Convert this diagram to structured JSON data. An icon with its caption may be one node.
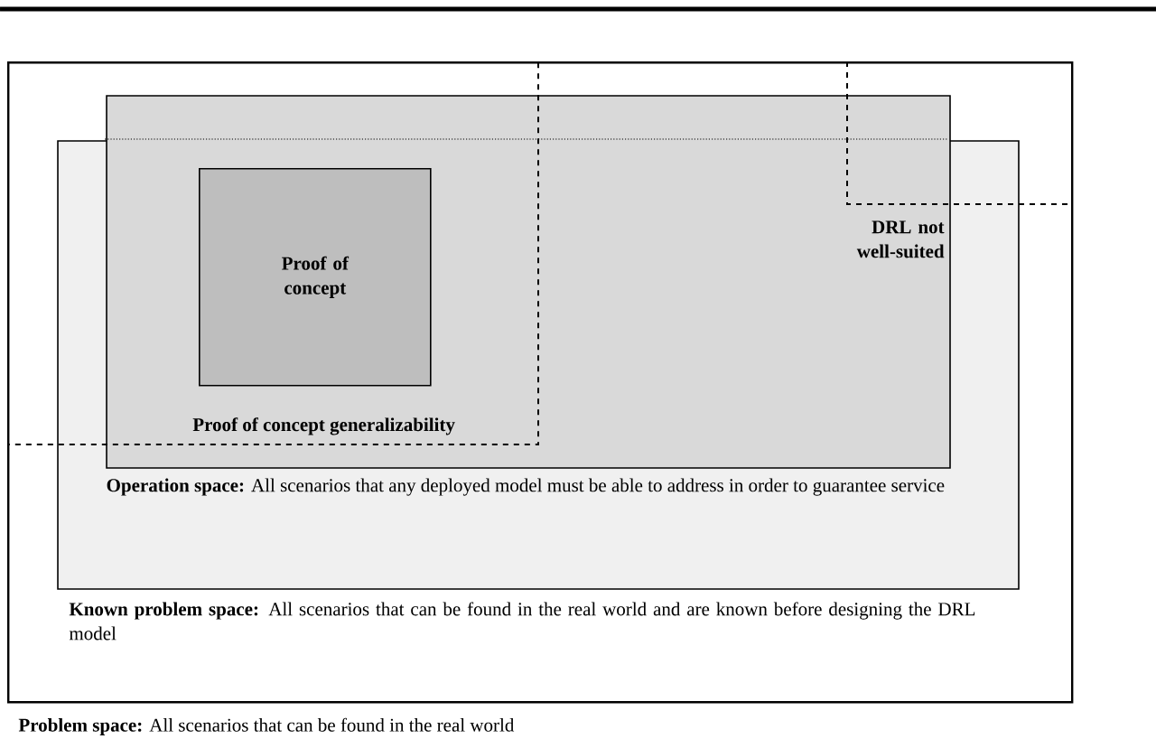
{
  "diagram": {
    "nodes": [
      {
        "text": [
          "**Known problem space:** All scenarios that can be found in the real world and are known before designing the DRL model"
        ],
        "beside": [
          "**Problem space:** All scenarios that can be found in the real world"
        ]
      },
      {
        "text": [
          "**Operation space:** All scenarios that any deployed model must be able to address in order to guarantee service"
        ],
        "in": 0
      },
      {
        "text": [],
        "shape": "box",
        "in": 0
      },
      {
        "text": [
          "Proof of concept"
        ]
      },
      {
        "text": [
          "Proof of concept generalizability"
        ],
        "in": 0
      }
    ],
    "labels": [
      "DRL not well-suited"
    ]
  }
}
